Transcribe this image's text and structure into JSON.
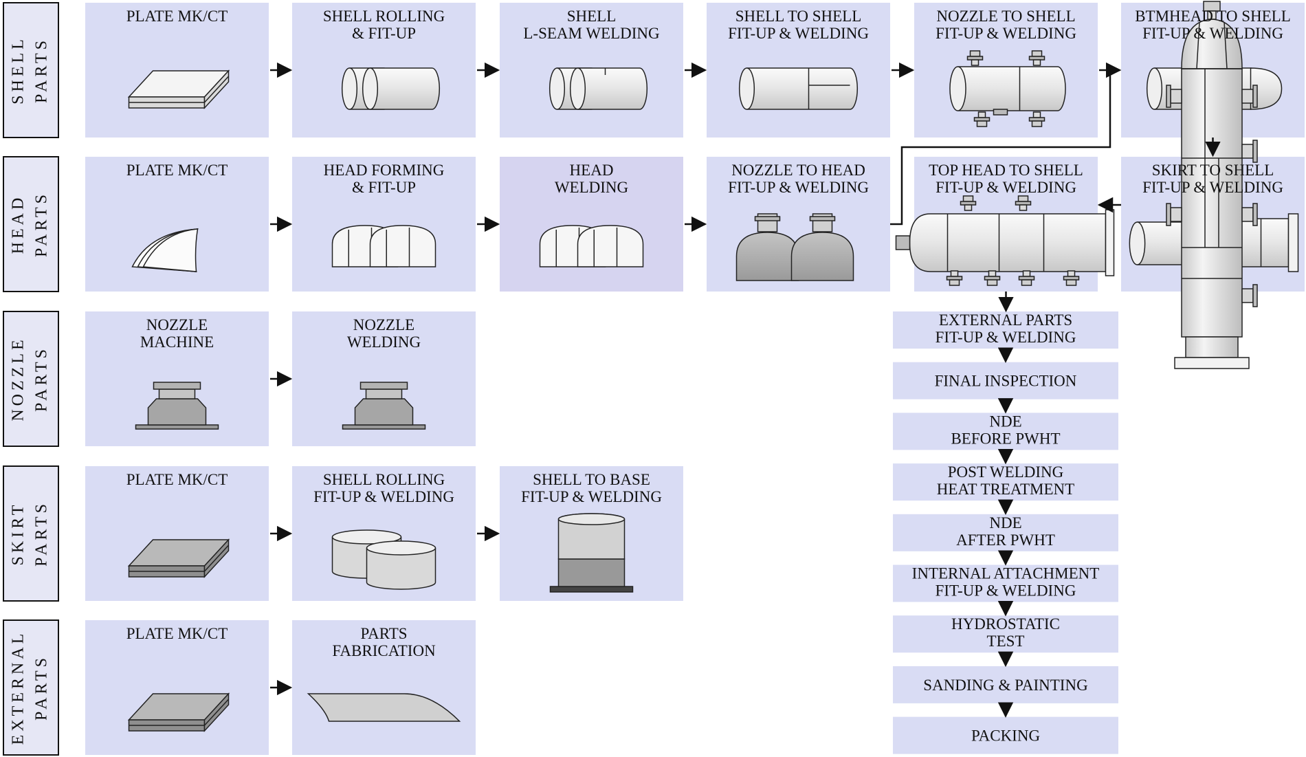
{
  "colors": {
    "box_fill": "#d9dcf4",
    "box_fill_alt": "#d6d4f0",
    "label_fill": "#e6e7f5",
    "metal_light": "#f2f2f2",
    "metal_mid": "#d4d4d4",
    "metal_dark": "#a9a9a9",
    "line": "#111111"
  },
  "rows": [
    {
      "id": "shell",
      "label": [
        "SHELL",
        "PARTS"
      ]
    },
    {
      "id": "head",
      "label": [
        "HEAD",
        "PARTS"
      ]
    },
    {
      "id": "nozzle",
      "label": [
        "NOZZLE",
        "PARTS"
      ]
    },
    {
      "id": "skirt",
      "label": [
        "SKIRT",
        "PARTS"
      ]
    },
    {
      "id": "external",
      "label": [
        "EXTERNAL",
        "PARTS"
      ]
    }
  ],
  "boxes": {
    "shell_plate": {
      "title": [
        "PLATE MK/CT"
      ],
      "icon": "flat-plate-icon"
    },
    "shell_rolling": {
      "title": [
        "SHELL ROLLING",
        "& FIT-UP"
      ],
      "icon": "two-cylinders-icon"
    },
    "shell_lseam": {
      "title": [
        "SHELL",
        "L-SEAM WELDING"
      ],
      "icon": "welded-cylinders-icon"
    },
    "shell_to_shell": {
      "title": [
        "SHELL TO SHELL",
        "FIT-UP & WELDING"
      ],
      "icon": "joined-shell-icon"
    },
    "nozzle_to_shell": {
      "title": [
        "NOZZLE TO SHELL",
        "FIT-UP & WELDING"
      ],
      "icon": "shell-with-nozzles-icon"
    },
    "btmhead_to_shell": {
      "title": [
        "BTMHEAD TO SHELL",
        "FIT-UP & WELDING"
      ],
      "icon": "shell-with-head-icon"
    },
    "head_plate": {
      "title": [
        "PLATE MK/CT"
      ],
      "icon": "curved-petals-icon"
    },
    "head_forming": {
      "title": [
        "HEAD FORMING",
        "& FIT-UP"
      ],
      "icon": "dome-heads-icon"
    },
    "head_welding": {
      "title": [
        "HEAD",
        "WELDING"
      ],
      "icon": "welded-domes-icon"
    },
    "nozzle_to_head": {
      "title": [
        "NOZZLE TO HEAD",
        "FIT-UP & WELDING"
      ],
      "icon": "heads-with-nozzles-icon"
    },
    "tophead_to_shell": {
      "title": [
        "TOP HEAD TO SHELL",
        "FIT-UP & WELDING"
      ],
      "icon": "full-vessel-horizontal-icon"
    },
    "skirt_to_shell": {
      "title": [
        "SKIRT TO SHELL",
        "FIT-UP & WELDING"
      ],
      "icon": "shell-with-skirt-icon"
    },
    "nozzle_machine": {
      "title": [
        "NOZZLE",
        "MACHINE"
      ],
      "icon": "nozzle-flange-icon"
    },
    "nozzle_welding": {
      "title": [
        "NOZZLE",
        "WELDING"
      ],
      "icon": "nozzle-flange-icon"
    },
    "skirt_plate": {
      "title": [
        "PLATE MK/CT"
      ],
      "icon": "dark-plate-icon"
    },
    "skirt_rolling": {
      "title": [
        "SHELL ROLLING",
        "FIT-UP & WELDING"
      ],
      "icon": "short-cylinders-icon"
    },
    "shell_to_base": {
      "title": [
        "SHELL TO BASE",
        "FIT-UP & WELDING"
      ],
      "icon": "skirt-on-base-icon"
    },
    "external_plate": {
      "title": [
        "PLATE MK/CT"
      ],
      "icon": "dark-plate-icon"
    },
    "parts_fabrication": {
      "title": [
        "PARTS",
        "FABRICATION"
      ],
      "icon": "bent-plate-icon"
    }
  },
  "final_steps": [
    [
      "EXTERNAL PARTS",
      "FIT-UP & WELDING"
    ],
    [
      "FINAL INSPECTION"
    ],
    [
      "NDE",
      "BEFORE PWHT"
    ],
    [
      "POST WELDING",
      "HEAT TREATMENT"
    ],
    [
      "NDE",
      "AFTER PWHT"
    ],
    [
      "INTERNAL ATTACHMENT",
      "FIT-UP & WELDING"
    ],
    [
      "HYDROSTATIC",
      "TEST"
    ],
    [
      "SANDING & PAINTING"
    ],
    [
      "PACKING"
    ]
  ],
  "final_product_icon": "vertical-pressure-vessel-icon"
}
